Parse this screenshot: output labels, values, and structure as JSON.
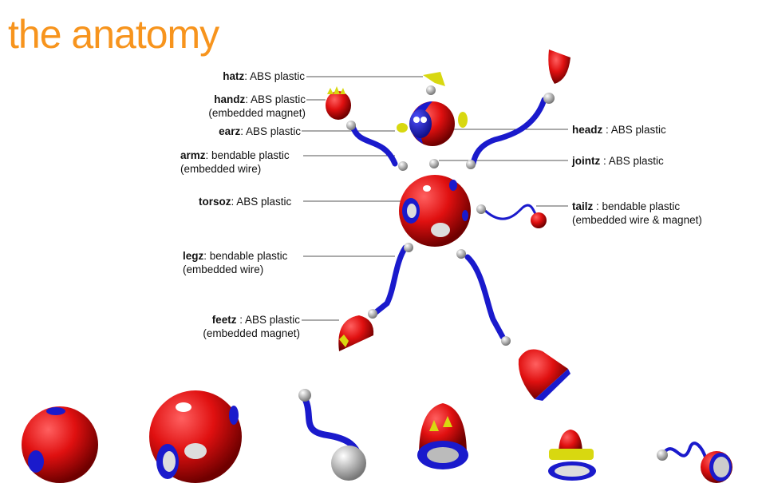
{
  "title": "the anatomy",
  "labels": {
    "hatz": {
      "name": "hatz",
      "desc": ": ABS plastic"
    },
    "handz": {
      "name": "handz",
      "desc": ": ABS plastic",
      "note": "(embedded magnet)"
    },
    "earz": {
      "name": "earz",
      "desc": ": ABS plastic"
    },
    "armz": {
      "name": "armz",
      "desc": ": bendable plastic",
      "note": "(embedded wire)"
    },
    "torsoz": {
      "name": "torsoz",
      "desc": ": ABS plastic"
    },
    "legz": {
      "name": "legz",
      "desc": ": bendable plastic",
      "note": "(embedded wire)"
    },
    "feetz": {
      "name": "feetz",
      "desc": " : ABS plastic",
      "note": "(embedded magnet)"
    },
    "headz": {
      "name": "headz",
      "desc": " : ABS plastic"
    },
    "jointz": {
      "name": "jointz",
      "desc": " : ABS plastic"
    },
    "tailz": {
      "name": "tailz",
      "desc": " : bendable plastic",
      "note": "(embedded wire & magnet)"
    }
  },
  "colors": {
    "title": "#f7941d",
    "red": "#e01010",
    "blue": "#1a1acc",
    "yellow": "#e0e010",
    "joint": "#dddddd"
  }
}
